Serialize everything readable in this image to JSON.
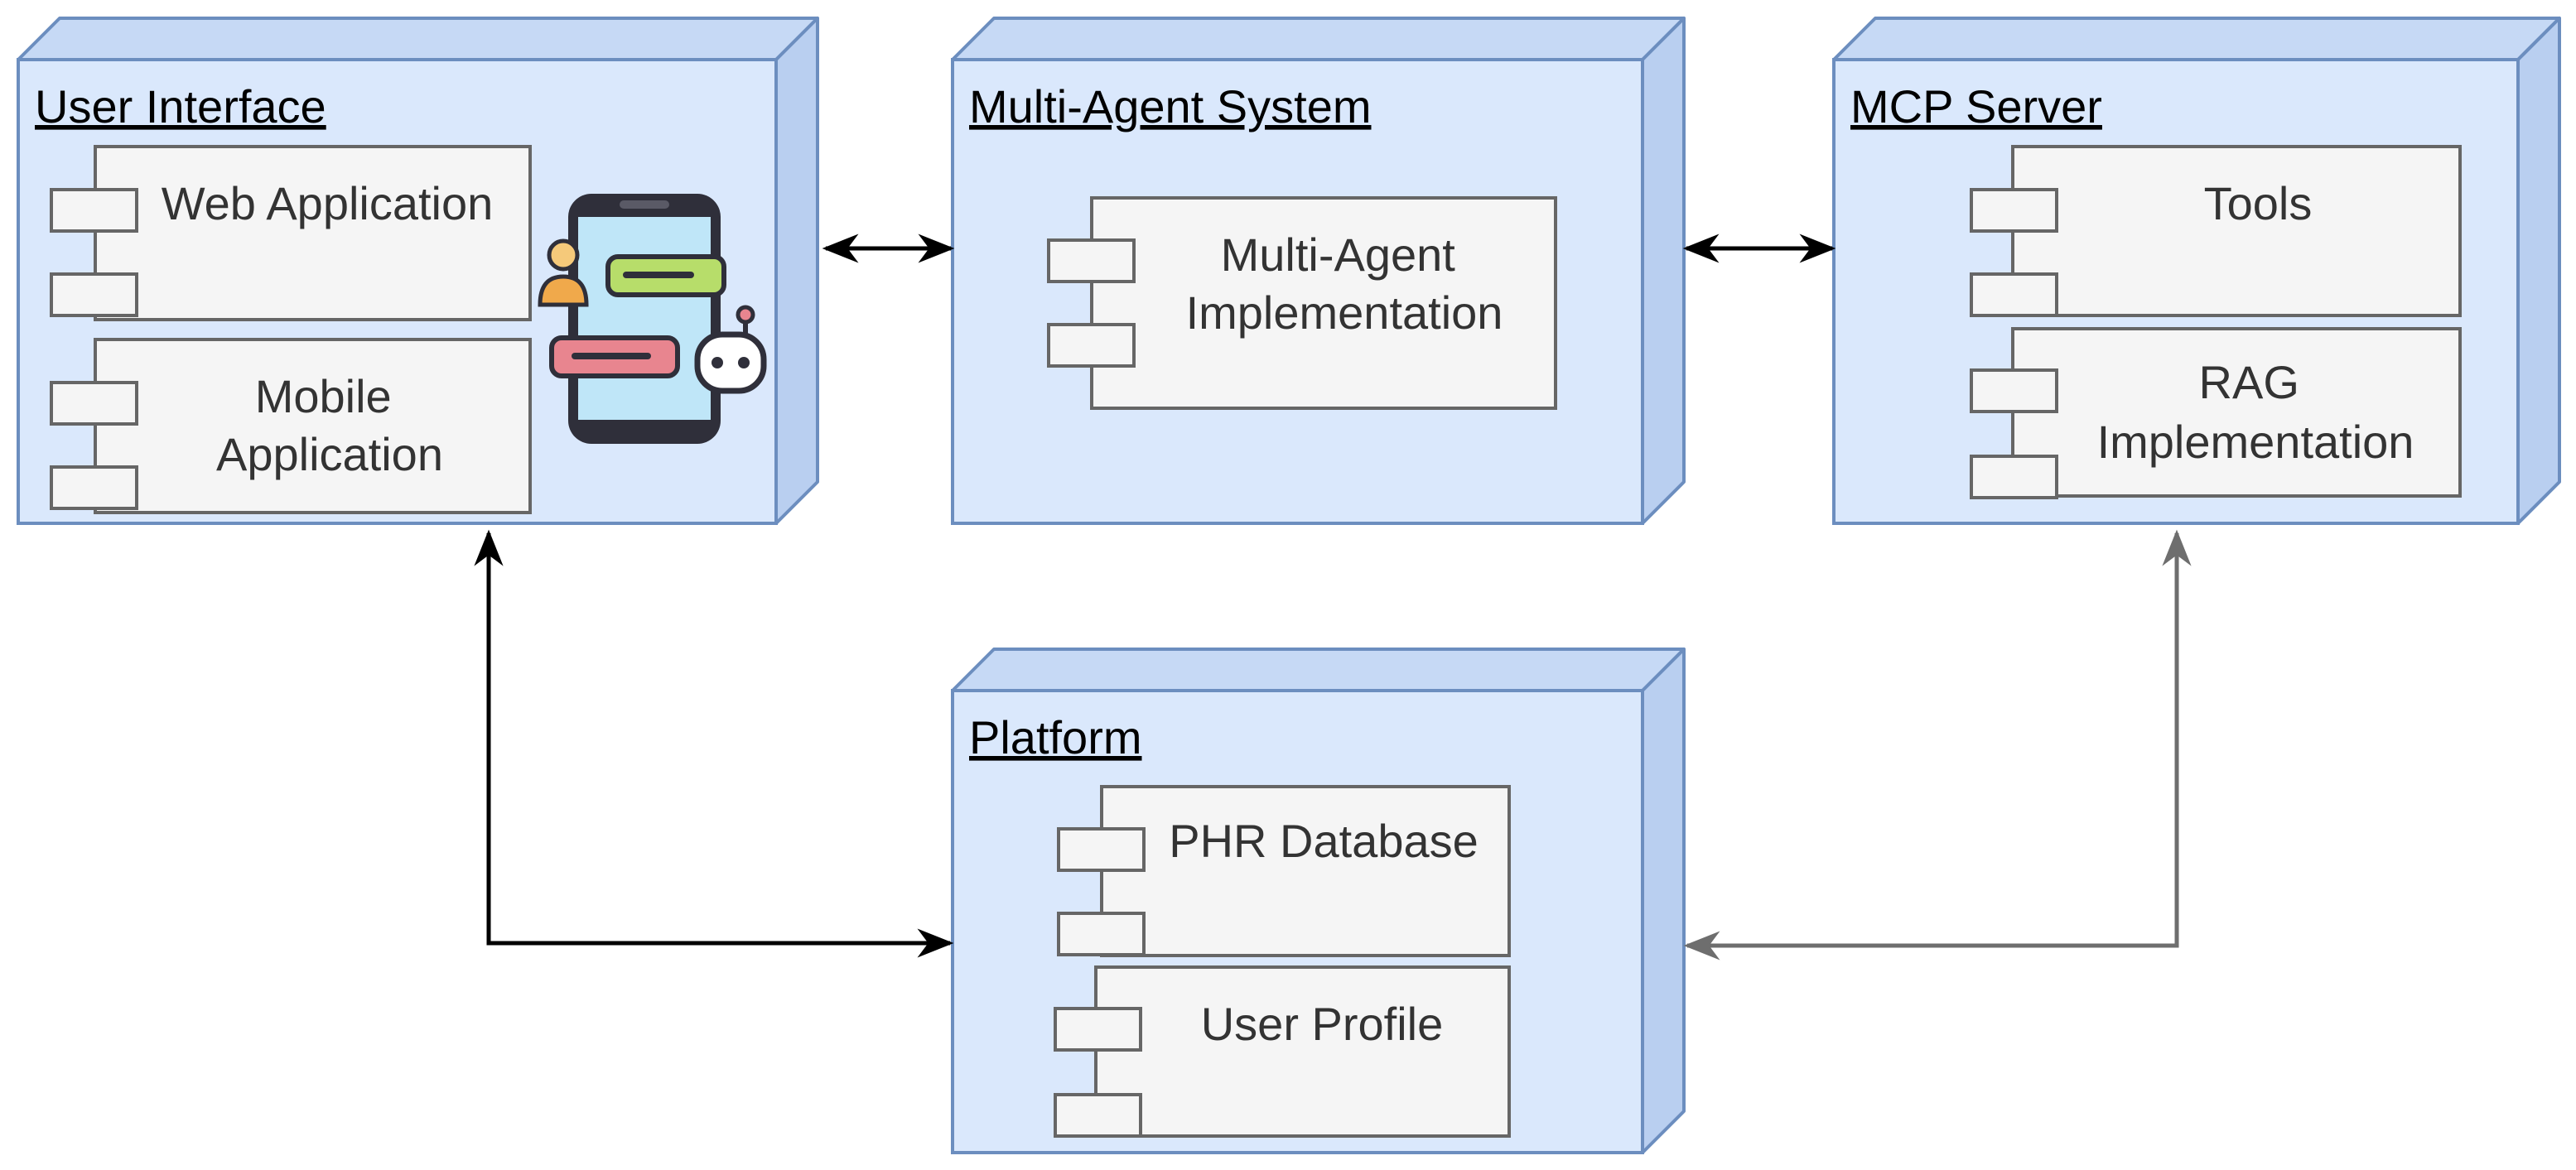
{
  "nodes": {
    "user_interface": {
      "title": "User Interface",
      "components": [
        "Web Application",
        "Mobile Application"
      ]
    },
    "multi_agent_system": {
      "title": "Multi-Agent System",
      "components": [
        "Multi-Agent Implementation"
      ]
    },
    "mcp_server": {
      "title": "MCP Server",
      "components": [
        "Tools",
        "RAG Implementation"
      ]
    },
    "platform": {
      "title": "Platform",
      "components": [
        "PHR Database",
        "User Profile"
      ]
    }
  },
  "icons": [
    "mobile-chat-icon"
  ],
  "colors": {
    "node_fill": "#dae8fc",
    "node_stroke": "#6c8ebf",
    "component_fill": "#f5f5f5",
    "component_stroke": "#666666",
    "arrow_dark": "#000000",
    "arrow_gray": "#6e6e6e"
  }
}
